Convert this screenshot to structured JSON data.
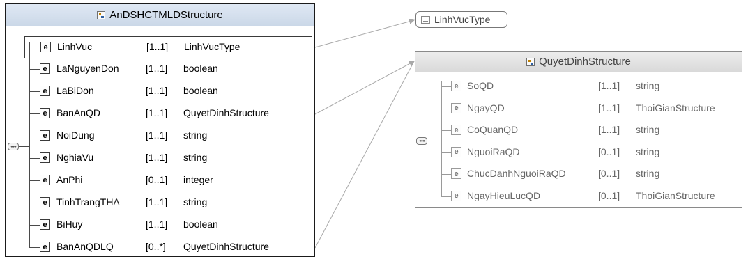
{
  "main_structure": {
    "title": "AnDSHCTMLDStructure",
    "elements": [
      {
        "name": "LinhVuc",
        "multiplicity": "[1..1]",
        "type": "LinhVucType"
      },
      {
        "name": "LaNguyenDon",
        "multiplicity": "[1..1]",
        "type": "boolean"
      },
      {
        "name": "LaBiDon",
        "multiplicity": "[1..1]",
        "type": "boolean"
      },
      {
        "name": "BanAnQD",
        "multiplicity": "[1..1]",
        "type": "QuyetDinhStructure"
      },
      {
        "name": "NoiDung",
        "multiplicity": "[1..1]",
        "type": "string"
      },
      {
        "name": "NghiaVu",
        "multiplicity": "[1..1]",
        "type": "string"
      },
      {
        "name": "AnPhi",
        "multiplicity": "[0..1]",
        "type": "integer"
      },
      {
        "name": "TinhTrangTHA",
        "multiplicity": "[1..1]",
        "type": "string"
      },
      {
        "name": "BiHuy",
        "multiplicity": "[1..1]",
        "type": "boolean"
      },
      {
        "name": "BanAnQDLQ",
        "multiplicity": "[0..*]",
        "type": "QuyetDinhStructure"
      }
    ]
  },
  "linhvuc_type": {
    "title": "LinhVucType"
  },
  "quyetdinh_structure": {
    "title": "QuyetDinhStructure",
    "elements": [
      {
        "name": "SoQD",
        "multiplicity": "[1..1]",
        "type": "string"
      },
      {
        "name": "NgayQD",
        "multiplicity": "[1..1]",
        "type": "ThoiGianStructure"
      },
      {
        "name": "CoQuanQD",
        "multiplicity": "[1..1]",
        "type": "string"
      },
      {
        "name": "NguoiRaQD",
        "multiplicity": "[0..1]",
        "type": "string"
      },
      {
        "name": "ChucDanhNguoiRaQD",
        "multiplicity": "[0..1]",
        "type": "string"
      },
      {
        "name": "NgayHieuLucQD",
        "multiplicity": "[0..1]",
        "type": "ThoiGianStructure"
      }
    ]
  },
  "element_badge": "e",
  "colors": {
    "main_header": "#cbd8e8",
    "secondary_header": "#d9d9d9",
    "connector": "#a8a8a8"
  }
}
